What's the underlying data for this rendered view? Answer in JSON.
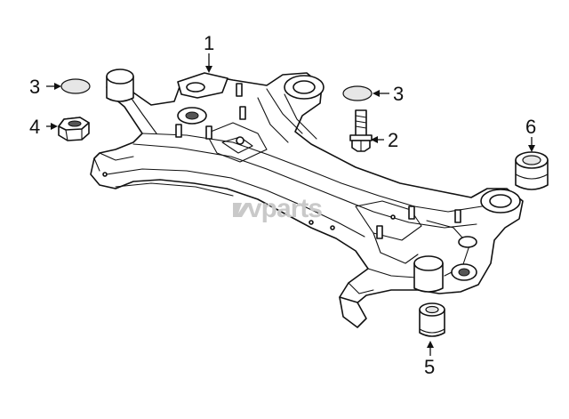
{
  "watermark": "vparts",
  "callouts": {
    "c1": "1",
    "c2": "2",
    "c3a": "3",
    "c3b": "3",
    "c4": "4",
    "c5": "5",
    "c6": "6"
  }
}
